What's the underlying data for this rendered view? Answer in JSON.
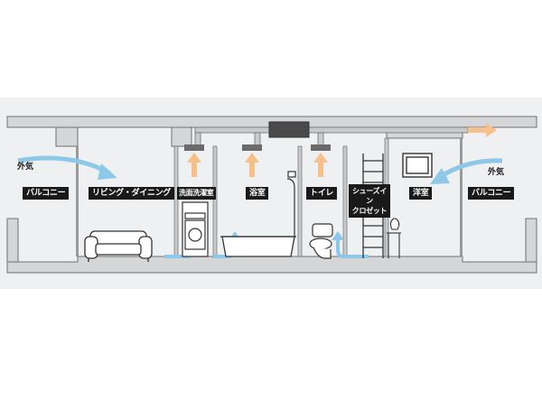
{
  "colors": {
    "background": "#ffffff",
    "band": "#eef0f1",
    "wall": "#d4d6d8",
    "wall_stroke": "#707070",
    "airflow_in": "#8ec8e8",
    "airflow_out": "#f5c08a",
    "label_bg": "#1a1a1a",
    "label_text": "#ffffff"
  },
  "outside_air": {
    "left": "外気",
    "right": "外気"
  },
  "rooms": [
    {
      "id": "balcony-left",
      "label": "バルコニー"
    },
    {
      "id": "living-dining",
      "label": "リビング・ダイニング"
    },
    {
      "id": "washroom",
      "label": "洗面洗濯室"
    },
    {
      "id": "bathroom",
      "label": "浴室"
    },
    {
      "id": "toilet",
      "label": "トイレ"
    },
    {
      "id": "shoes-in-closet",
      "label": "シューズイン\nクロゼット"
    },
    {
      "id": "western-room",
      "label": "洋室"
    },
    {
      "id": "balcony-right",
      "label": "バルコニー"
    }
  ],
  "icons": {
    "sofa": "sofa-icon",
    "bathtub": "bathtub-icon",
    "shower": "shower-icon",
    "toilet": "toilet-icon",
    "washing_machine": "washing-machine-icon",
    "shelves": "shelf-icon",
    "window": "window-icon",
    "vase": "vase-icon",
    "fan": "ventilation-fan-icon",
    "duct": "duct-icon",
    "inflow": "airflow-in-arrow-icon",
    "outflow": "airflow-out-arrow-icon"
  }
}
